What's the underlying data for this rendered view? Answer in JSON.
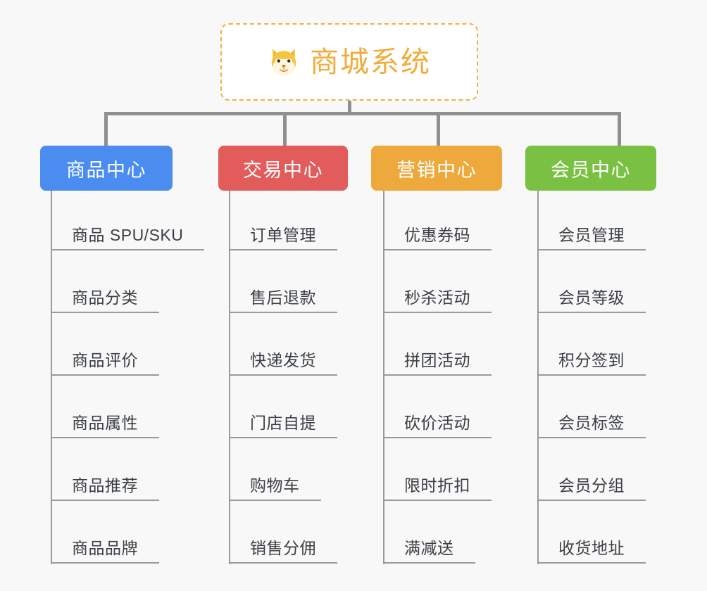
{
  "diagram": {
    "title": "商城系统",
    "root_icon": "shiba-inu-dog-face-icon",
    "background_color": "#f8f8f8",
    "root_border_color": "#f0b040",
    "root_text_color": "#f0ad3c",
    "connector_color": "#909090"
  },
  "columns": [
    {
      "key": "product",
      "label": "商品中心",
      "color": "#4a8cf0",
      "items": [
        "商品 SPU/SKU",
        "商品分类",
        "商品评价",
        "商品属性",
        "商品推荐",
        "商品品牌"
      ]
    },
    {
      "key": "trade",
      "label": "交易中心",
      "color": "#e25c5c",
      "items": [
        "订单管理",
        "售后退款",
        "快递发货",
        "门店自提",
        "购物车",
        "销售分佣"
      ]
    },
    {
      "key": "marketing",
      "label": "营销中心",
      "color": "#eda93c",
      "items": [
        "优惠券码",
        "秒杀活动",
        "拼团活动",
        "砍价活动",
        "限时折扣",
        "满减送"
      ]
    },
    {
      "key": "member",
      "label": "会员中心",
      "color": "#7ac143",
      "items": [
        "会员管理",
        "会员等级",
        "积分签到",
        "会员标签",
        "会员分组",
        "收货地址"
      ]
    }
  ]
}
